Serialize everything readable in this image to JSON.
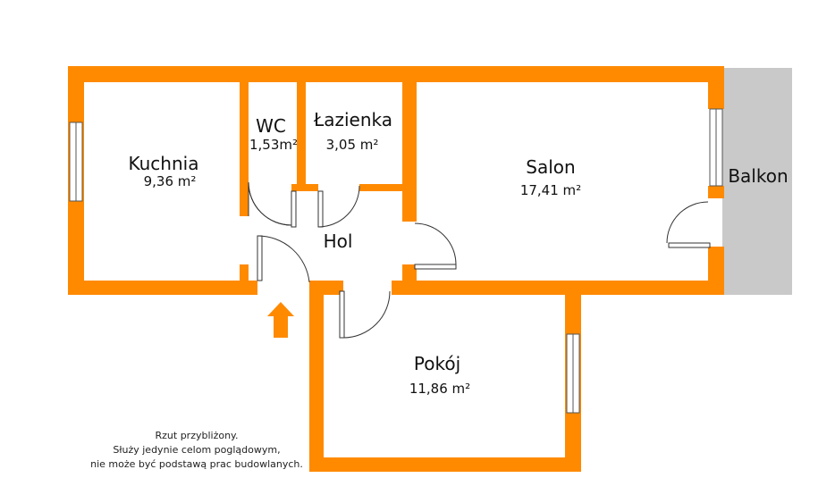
{
  "colors": {
    "wall": "#ff8a00",
    "balcony": "#c9c9c9",
    "background": "#ffffff",
    "door_line": "#333333"
  },
  "rooms": {
    "kuchnia": {
      "name": "Kuchnia",
      "area": "9,36 m²"
    },
    "wc": {
      "name": "WC",
      "area": "1,53m²"
    },
    "lazienka": {
      "name": "Łazienka",
      "area": "3,05 m²"
    },
    "salon": {
      "name": "Salon",
      "area": "17,41 m²"
    },
    "hol": {
      "name": "Hol"
    },
    "pokoj": {
      "name": "Pokój",
      "area": "11,86 m²"
    },
    "balkon": {
      "name": "Balkon"
    }
  },
  "disclaimer": {
    "line1": "Rzut przybliżony.",
    "line2": "Służy jedynie celom poglądowym,",
    "line3": "nie może być podstawą prac budowlanych."
  },
  "icons": {
    "entrance": "entrance-arrow-icon",
    "window": "window-icon",
    "door": "door-swing-icon"
  }
}
